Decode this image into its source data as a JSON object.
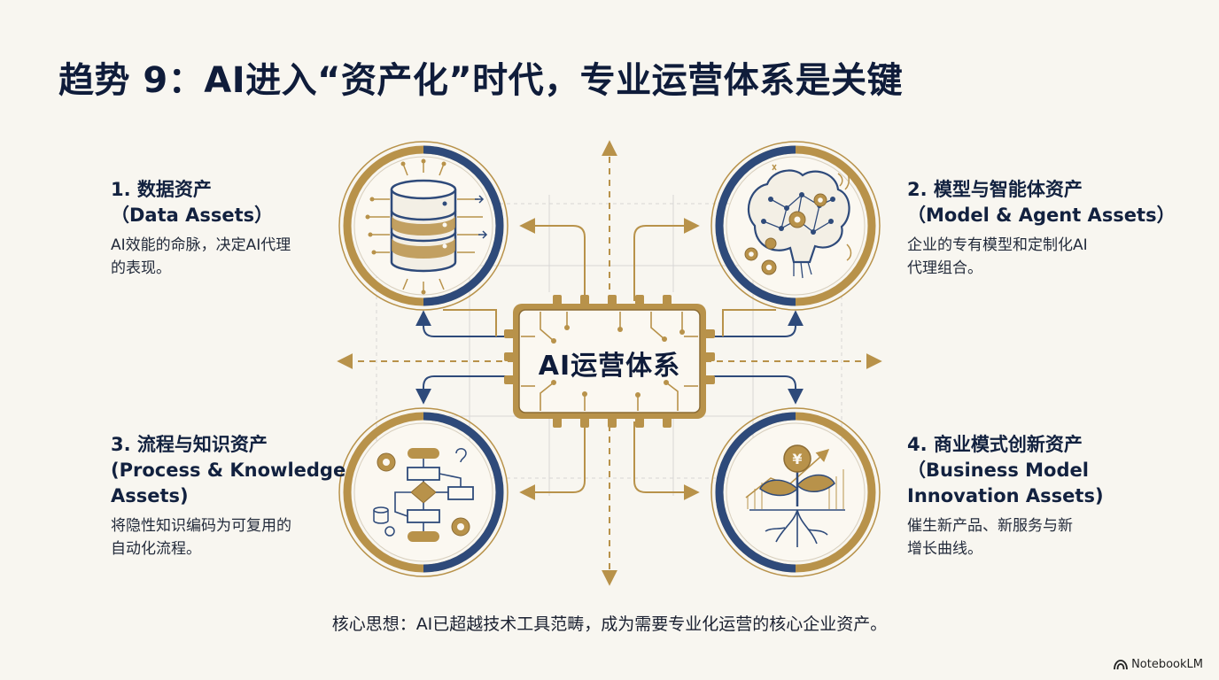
{
  "title": "趋势 9：AI进入“资产化”时代，专业运营体系是关键",
  "center": {
    "label": "AI运营体系"
  },
  "cards": [
    {
      "heading_line1": "1. 数据资产",
      "heading_line2": "（Data Assets）",
      "heading_line3": "",
      "body_line1": "AI效能的命脉，决定AI代理",
      "body_line2": "的表现。"
    },
    {
      "heading_line1": "2. 模型与智能体资产",
      "heading_line2": "（Model & Agent Assets）",
      "heading_line3": "",
      "body_line1": "企业的专有模型和定制化AI",
      "body_line2": "代理组合。"
    },
    {
      "heading_line1": "3. 流程与知识资产",
      "heading_line2": "(Process & Knowledge",
      "heading_line3": "Assets)",
      "body_line1": "将隐性知识编码为可复用的",
      "body_line2": "自动化流程。"
    },
    {
      "heading_line1": "4. 商业模式创新资产",
      "heading_line2": "（Business Model",
      "heading_line3": "Innovation Assets)",
      "body_line1": "催生新产品、新服务与新",
      "body_line2": "增长曲线。"
    }
  ],
  "core_idea": "核心思想：AI已超越技术工具范畴，成为需要专业化运营的核心企业资产。",
  "brand": "NotebookLM",
  "icons": [
    "database-icon",
    "brain-icon",
    "flowchart-icon",
    "money-plant-icon",
    "chip-icon"
  ],
  "colors": {
    "navy": "#2e4a7a",
    "gold": "#b8924a",
    "text": "#0f1c3a",
    "background": "#f8f6f0"
  }
}
